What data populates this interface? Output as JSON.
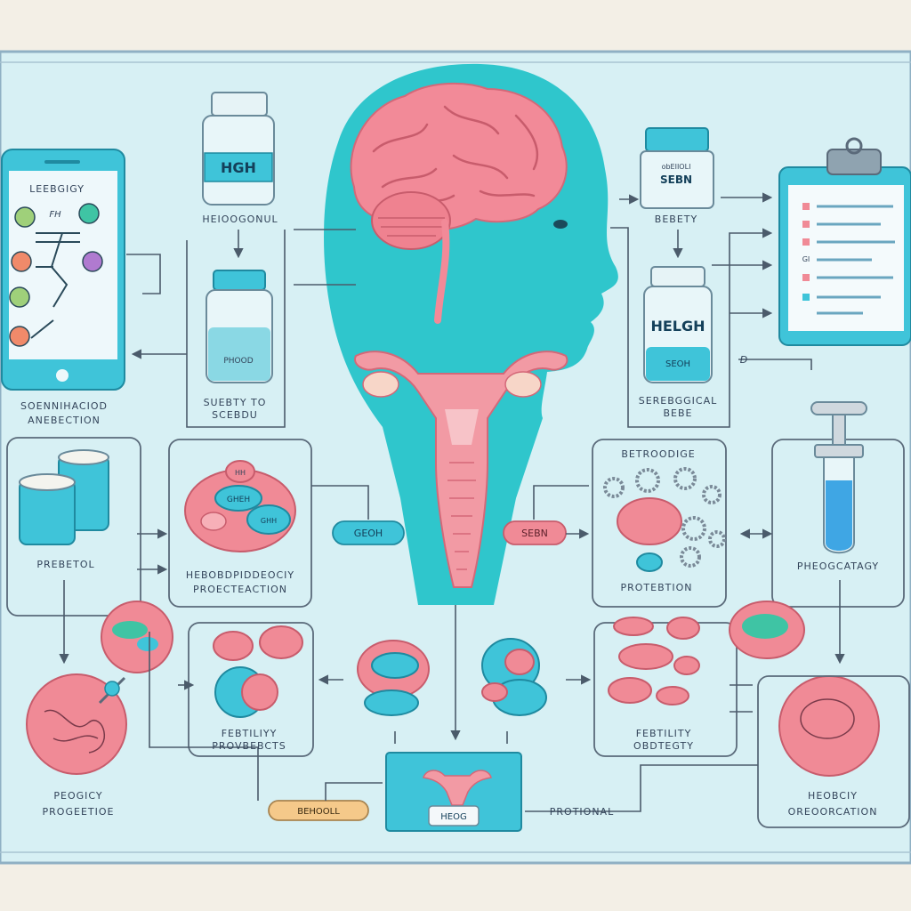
{
  "colors": {
    "background": "#f3efe6",
    "panel": "#d7f0f4",
    "head": "#2fc6cc",
    "brain": "#f08a96",
    "cyan": "#3fc4d9",
    "pink": "#f08a96",
    "line": "#5a6a7a"
  },
  "icons": {
    "tablet": "tablet-icon",
    "hgh_bottle": "medicine-bottle-icon",
    "clipboard": "clipboard-icon",
    "syringe": "syringe-icon",
    "jars": "jar-icon",
    "brain": "brain-icon",
    "uterus": "uterus-icon"
  },
  "top_left": {
    "tablet_title": "LEEBGIGY",
    "tablet_note": "FH",
    "tablet_caption_1": "SOENNIHACIOD",
    "tablet_caption_2": "ANEBECTION",
    "bottle_top_label": "HGH",
    "bottle_top_caption": "HEIOOGONUL",
    "bottle_bottom_label": "PHOOD",
    "bottle_bottom_caption_1": "SUEBTY TO",
    "bottle_bottom_caption_2": "SCEBDU"
  },
  "top_right": {
    "jar_small_top": "obEIIOLI",
    "jar_label": "SEBN",
    "jar_caption": "BEBETY",
    "bottle_label": "HELGH",
    "bottle_sub": "SEOH",
    "bottle_caption_1": "SEREBGGICAL",
    "bottle_caption_2": "BEBE",
    "d_mark": "D",
    "clip_mark": "GI"
  },
  "middle_left": {
    "jars_caption": "PREBETOL",
    "cell_caption_1": "HEBOBDPIDDEOCIY",
    "cell_caption_2": "PROECTEACTION",
    "cell_text_top": "HH",
    "cell_text_mid": "GHEH",
    "cell_text_small": "GHH",
    "pill_label": "GEOH"
  },
  "middle_right": {
    "gears_title": "BETROODIGE",
    "gears_caption": "PROTEBTION",
    "pill_label": "SEBN",
    "syringe_caption": "PHEOGCATAGY"
  },
  "bottom": {
    "left_caption_1": "PEOGICY",
    "left_caption_2": "PROGEETIOE",
    "fertility_caption_1": "FEBTILIYY",
    "fertility_caption_2": "PROVBEBCTS",
    "center_label": "HEOG",
    "left_pill": "BEHOOLL",
    "center_right_text": "PROTIONAL",
    "right_caption_1": "FEBTILITY",
    "right_caption_2": "OBDTEGTY",
    "far_right_caption_1": "HEOBCIY",
    "far_right_caption_2": "OREOORCATION"
  }
}
